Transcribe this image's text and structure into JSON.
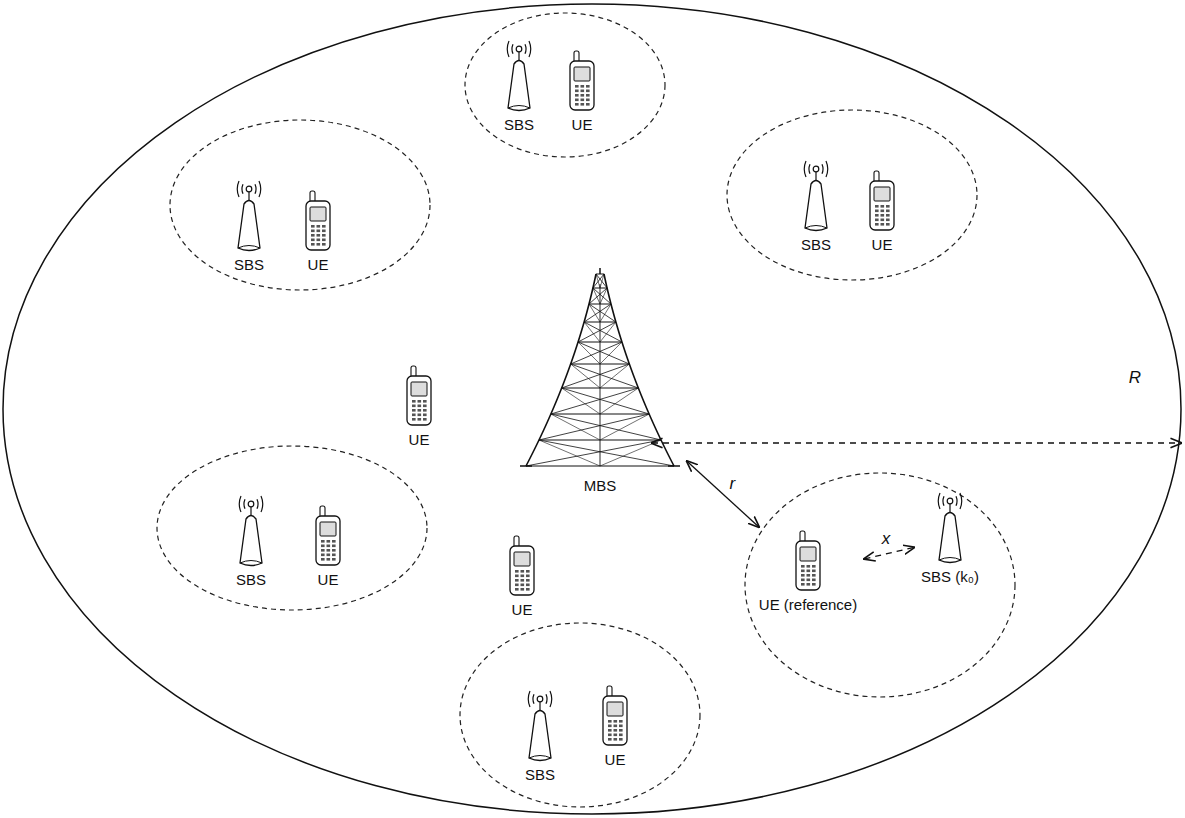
{
  "diagram": {
    "nodes": [
      {
        "text": [
          "SBS"
        ]
      },
      {
        "text": [
          "UE"
        ]
      },
      {
        "text": [
          "SBS"
        ]
      },
      {
        "text": [
          "UE"
        ]
      },
      {
        "text": [
          "SBS"
        ]
      },
      {
        "text": [
          "UE"
        ]
      },
      {
        "text": [
          "UE"
        ]
      },
      {
        "text": [
          "MBS"
        ]
      },
      {
        "text": [
          "SBS"
        ]
      },
      {
        "text": [
          "UE"
        ]
      },
      {
        "text": [
          "UE"
        ]
      },
      {
        "text": [
          "UE (reference)"
        ]
      },
      {
        "text": [
          "SBS (k₀)"
        ]
      },
      {
        "text": [
          "SBS"
        ]
      },
      {
        "text": [
          "UE"
        ]
      }
    ],
    "edges": [
      {
        "from": 7,
        "to": 11,
        "arrow": "both",
        "label": "r"
      },
      {
        "from": 11,
        "to": 12,
        "arrow": "both",
        "label": "x"
      }
    ],
    "labels": [
      "R"
    ]
  }
}
